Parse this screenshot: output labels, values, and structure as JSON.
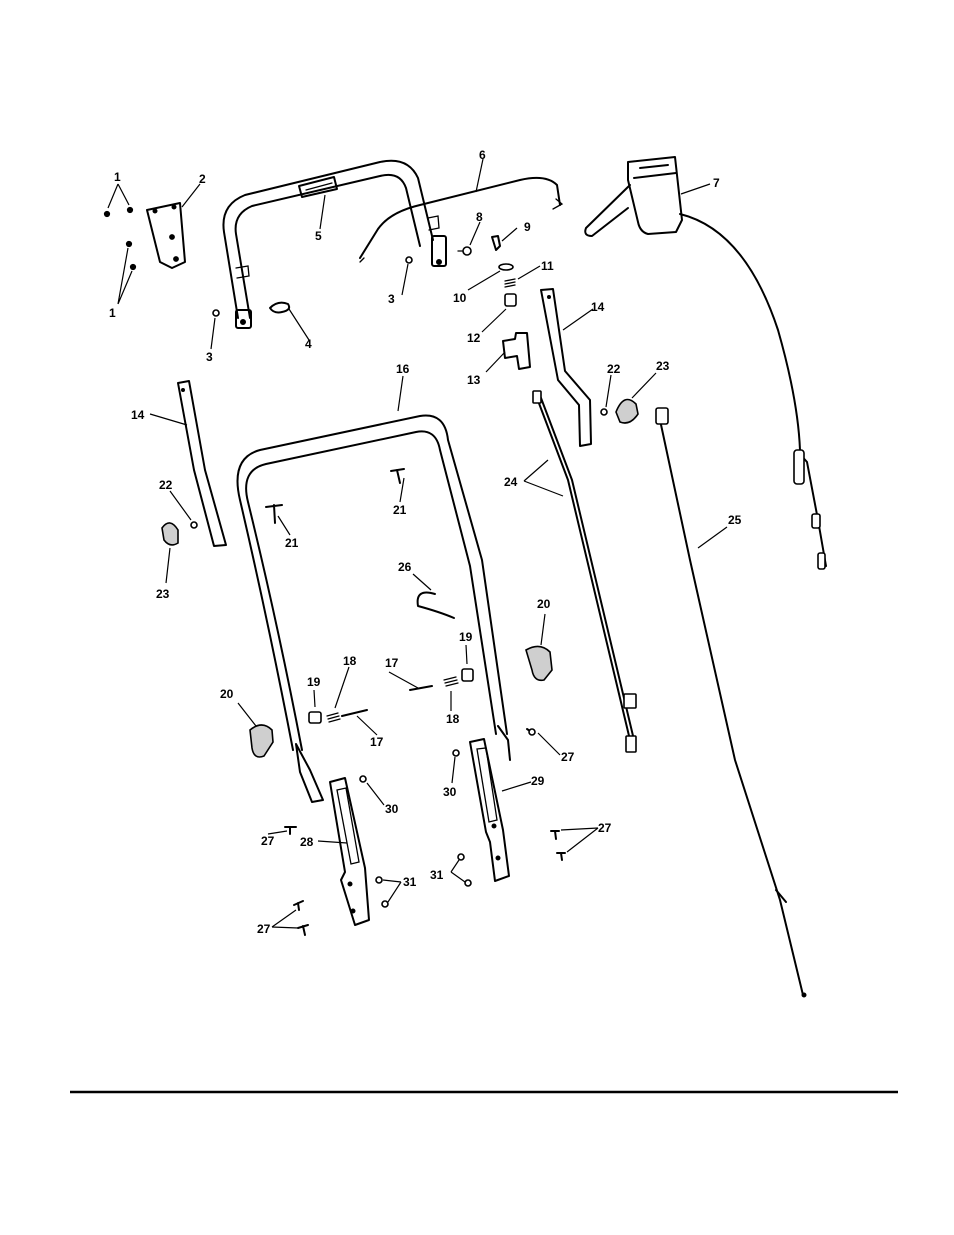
{
  "diagram": {
    "type": "exploded-parts-view",
    "part_numbers": {
      "p1": "1",
      "p2": "2",
      "p3": "3",
      "p4": "4",
      "p5": "5",
      "p6": "6",
      "p7": "7",
      "p8": "8",
      "p9": "9",
      "p10": "10",
      "p11": "11",
      "p12": "12",
      "p13": "13",
      "p14": "14",
      "p16": "16",
      "p17": "17",
      "p18": "18",
      "p19": "19",
      "p20": "20",
      "p21": "21",
      "p22": "22",
      "p23": "23",
      "p24": "24",
      "p25": "25",
      "p26": "26",
      "p27": "27",
      "p28": "28",
      "p29": "29",
      "p30": "30",
      "p31": "31"
    }
  }
}
